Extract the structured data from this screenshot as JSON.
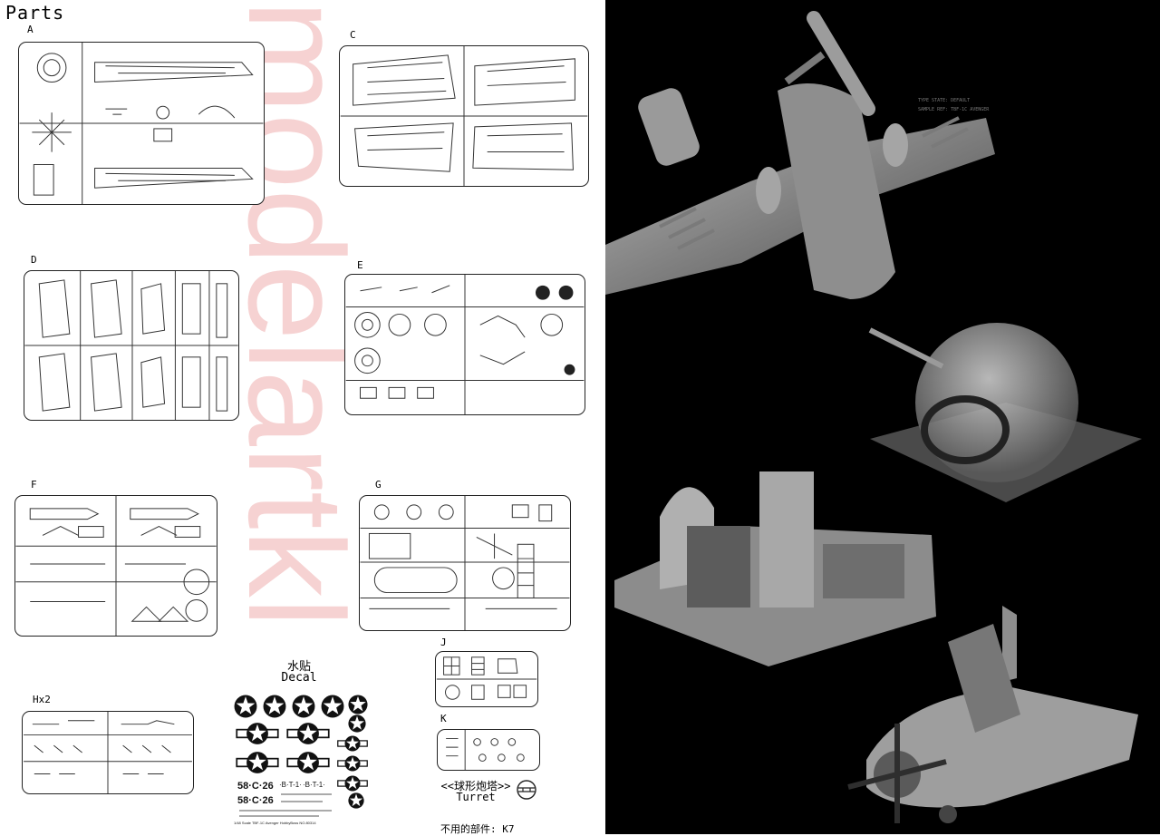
{
  "page": {
    "title": "Parts"
  },
  "watermark": {
    "text": "modelartkl"
  },
  "sprues": [
    {
      "id": "A"
    },
    {
      "id": "C"
    },
    {
      "id": "D"
    },
    {
      "id": "E"
    },
    {
      "id": "F"
    },
    {
      "id": "G"
    },
    {
      "id": "J"
    },
    {
      "id": "K"
    },
    {
      "id": "Hx2"
    }
  ],
  "decal": {
    "title_cn": "水贴",
    "title_en": "Decal",
    "code_1": "58·C·26",
    "code_2": "58·C·26",
    "code_3": "·B·T-1·",
    "code_4": "·B·T-1·",
    "footer": "1/48 Scale  TBF-1C Avenger  HobbyBoss NO.80314"
  },
  "turret": {
    "label_cn": "<<球形炮塔>>",
    "label_en": "Turret"
  },
  "unused_parts": {
    "text": "不用的部件: K7"
  },
  "renders": {
    "caption_1": "TYPE STATE: DEFAULT",
    "caption_2": "SAMPLE REF: TBF-1C AVENGER"
  },
  "colors": {
    "watermark": "#f6d2d2",
    "render_bg": "#000000",
    "render_grey": "#8e8e8e"
  }
}
